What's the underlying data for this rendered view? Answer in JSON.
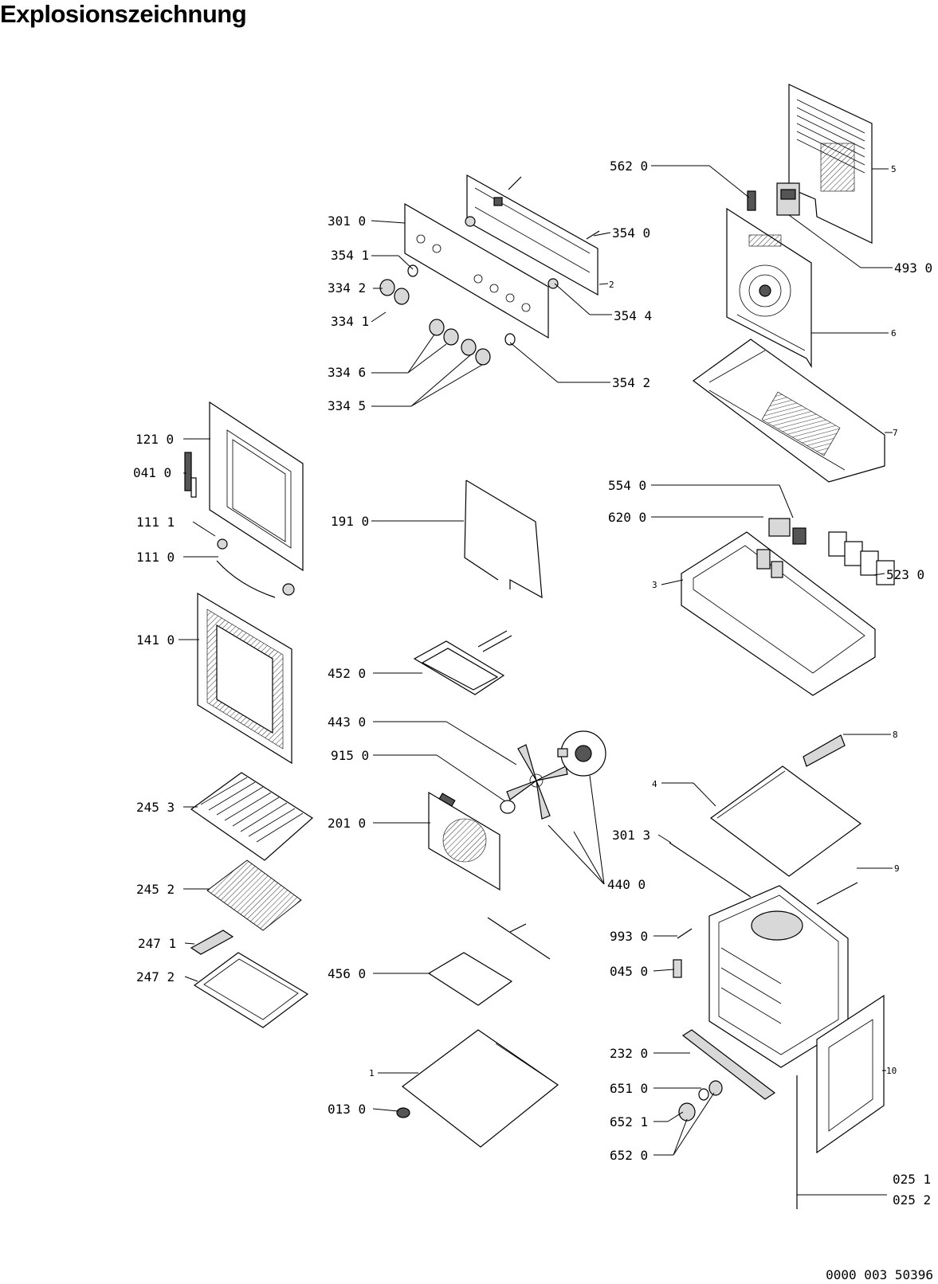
{
  "header": {
    "title": "Explosionszeichnung"
  },
  "footer": {
    "doc_number": "0000 003 50396"
  },
  "callouts": [
    {
      "id": "c5620",
      "text": "562 0"
    },
    {
      "id": "c5",
      "text": "5"
    },
    {
      "id": "c3010",
      "text": "301 0"
    },
    {
      "id": "c3540",
      "text": "354 0"
    },
    {
      "id": "c4930",
      "text": "493 0"
    },
    {
      "id": "c3541",
      "text": "354 1"
    },
    {
      "id": "c3342",
      "text": "334 2"
    },
    {
      "id": "c2",
      "text": "2"
    },
    {
      "id": "c3341",
      "text": "334 1"
    },
    {
      "id": "c3544",
      "text": "354 4"
    },
    {
      "id": "c6",
      "text": "6"
    },
    {
      "id": "c3346",
      "text": "334 6"
    },
    {
      "id": "c3542",
      "text": "354 2"
    },
    {
      "id": "c3345",
      "text": "334 5"
    },
    {
      "id": "c7",
      "text": "7"
    },
    {
      "id": "c1210",
      "text": "121 0"
    },
    {
      "id": "c0410",
      "text": "041 0"
    },
    {
      "id": "c5540",
      "text": "554 0"
    },
    {
      "id": "c6200",
      "text": "620 0"
    },
    {
      "id": "c1911",
      "text": "191 0"
    },
    {
      "id": "c1111",
      "text": "111 1"
    },
    {
      "id": "c1110",
      "text": "111 0"
    },
    {
      "id": "c5230",
      "text": "523 0"
    },
    {
      "id": "c3",
      "text": "3"
    },
    {
      "id": "c1410",
      "text": "141 0"
    },
    {
      "id": "c4520",
      "text": "452 0"
    },
    {
      "id": "c4430",
      "text": "443 0"
    },
    {
      "id": "c8",
      "text": "8"
    },
    {
      "id": "c9150",
      "text": "915 0"
    },
    {
      "id": "c4",
      "text": "4"
    },
    {
      "id": "c2453",
      "text": "245 3"
    },
    {
      "id": "c2010",
      "text": "201 0"
    },
    {
      "id": "c3013",
      "text": "301 3"
    },
    {
      "id": "c9",
      "text": "9"
    },
    {
      "id": "c4400",
      "text": "440 0"
    },
    {
      "id": "c2452",
      "text": "245 2"
    },
    {
      "id": "c9930",
      "text": "993 0"
    },
    {
      "id": "c2471",
      "text": "247 1"
    },
    {
      "id": "c0450",
      "text": "045 0"
    },
    {
      "id": "c2472",
      "text": "247 2"
    },
    {
      "id": "c4560",
      "text": "456 0"
    },
    {
      "id": "c2320",
      "text": "232 0"
    },
    {
      "id": "c1",
      "text": "1"
    },
    {
      "id": "c10",
      "text": "10"
    },
    {
      "id": "c6510",
      "text": "651 0"
    },
    {
      "id": "c0130",
      "text": "013 0"
    },
    {
      "id": "c6521",
      "text": "652 1"
    },
    {
      "id": "c6520",
      "text": "652 0"
    },
    {
      "id": "c0251",
      "text": "025 1"
    },
    {
      "id": "c0252",
      "text": "025 2"
    }
  ]
}
